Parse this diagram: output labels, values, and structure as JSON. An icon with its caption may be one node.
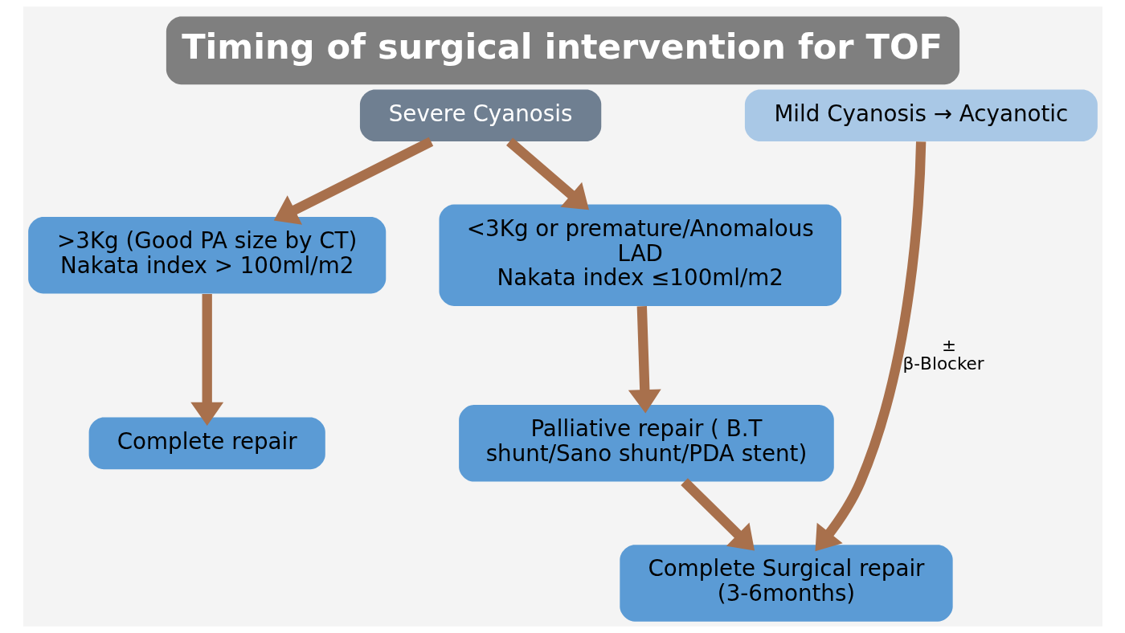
{
  "diagram": {
    "title": "Timing of surgical intervention for TOF",
    "nodes": [
      {
        "text": [
          "Severe Cyanosis"
        ]
      },
      {
        "text": [
          "Mild Cyanosis → Acyanotic"
        ]
      },
      {
        "text": [
          ">3Kg (Good PA size by CT)",
          "Nakata index > 100ml/m2"
        ]
      },
      {
        "text": [
          "<3Kg or premature/Anomalous LAD",
          "Nakata index ≤100ml/m2"
        ]
      },
      {
        "text": [
          "Complete repair"
        ]
      },
      {
        "text": [
          "Palliative repair ( B.T shunt/Sano shunt/PDA stent)"
        ]
      },
      {
        "text": [
          "Complete Surgical repair (3-6months)"
        ]
      }
    ],
    "edges": [
      {
        "from": 0,
        "to": 2,
        "arrow": "to"
      },
      {
        "from": 0,
        "to": 3,
        "arrow": "to"
      },
      {
        "from": 2,
        "to": 4,
        "arrow": "to"
      },
      {
        "from": 3,
        "to": 5,
        "arrow": "to"
      },
      {
        "from": 5,
        "to": 6,
        "arrow": "to"
      },
      {
        "from": 1,
        "to": 6,
        "arrow": "to",
        "label": "± β-Blocker"
      }
    ]
  }
}
